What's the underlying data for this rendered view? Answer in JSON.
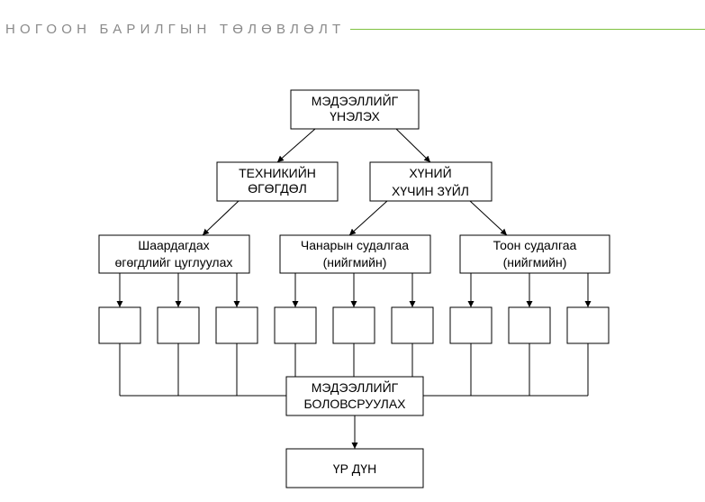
{
  "header": {
    "title": "НОГООН БАРИЛГЫН ТӨЛӨВЛӨЛТ",
    "rule_color": "#7fc241"
  },
  "diagram": {
    "evaluate": {
      "line1": "МЭДЭЭЛЛИЙГ",
      "line2": "ҮНЭЛЭХ"
    },
    "technical": {
      "line1": "ТЕХНИКИЙН",
      "line2": "ӨГӨГДӨЛ"
    },
    "human": {
      "line1": "ХҮНИЙ",
      "line2": "ХҮЧИН ЗҮЙЛ"
    },
    "collect": {
      "line1": "Шаардагдах",
      "line2": "өгөгдлийг цуглуулах"
    },
    "qualitative": {
      "line1": "Чанарын судалгаа",
      "line2": "(нийгмийн)"
    },
    "quantitative": {
      "line1": "Тоон судалгаа",
      "line2": "(нийгмийн)"
    },
    "process": {
      "line1": "МЭДЭЭЛЛИЙГ",
      "line2": "БОЛОВСРУУЛАХ"
    },
    "result": {
      "label": "ҮР ДҮН"
    },
    "empty_box_count": 9
  }
}
